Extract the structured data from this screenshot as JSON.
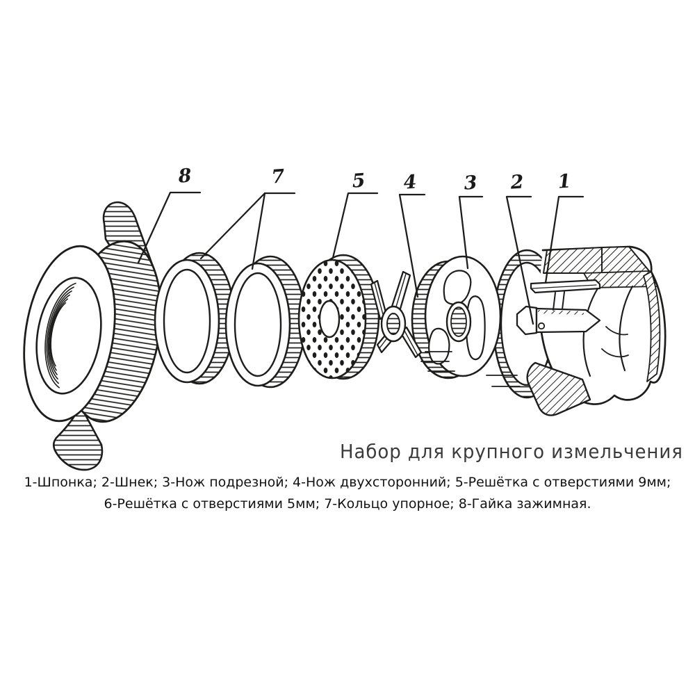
{
  "colors": {
    "background": "#ffffff",
    "ink": "#1d1d1b",
    "title_text": "#3b3b3b",
    "caption_text": "#121212"
  },
  "diagram": {
    "title": "Набор для крупного измельчения",
    "labels": [
      "8",
      "7",
      "5",
      "4",
      "3",
      "2",
      "1"
    ],
    "parts": [
      {
        "num": "1",
        "name": "Шпонка"
      },
      {
        "num": "2",
        "name": "Шнек"
      },
      {
        "num": "3",
        "name": "Нож подрезной"
      },
      {
        "num": "4",
        "name": "Нож двухсторонний"
      },
      {
        "num": "5",
        "name": "Решётка с отверстиями 9мм"
      },
      {
        "num": "6",
        "name": "Решётка с отверстиями 5мм"
      },
      {
        "num": "7",
        "name": "Кольцо упорное"
      },
      {
        "num": "8",
        "name": "Гайка зажимная"
      }
    ]
  },
  "caption": {
    "line1": "1-Шпонка; 2-Шнек; 3-Нож подрезной; 4-Нож двухсторонний; 5-Решётка с отверстиями 9мм;",
    "line2": "6-Решётка с отверстиями 5мм; 7-Кольцо упорное; 8-Гайка зажимная."
  }
}
